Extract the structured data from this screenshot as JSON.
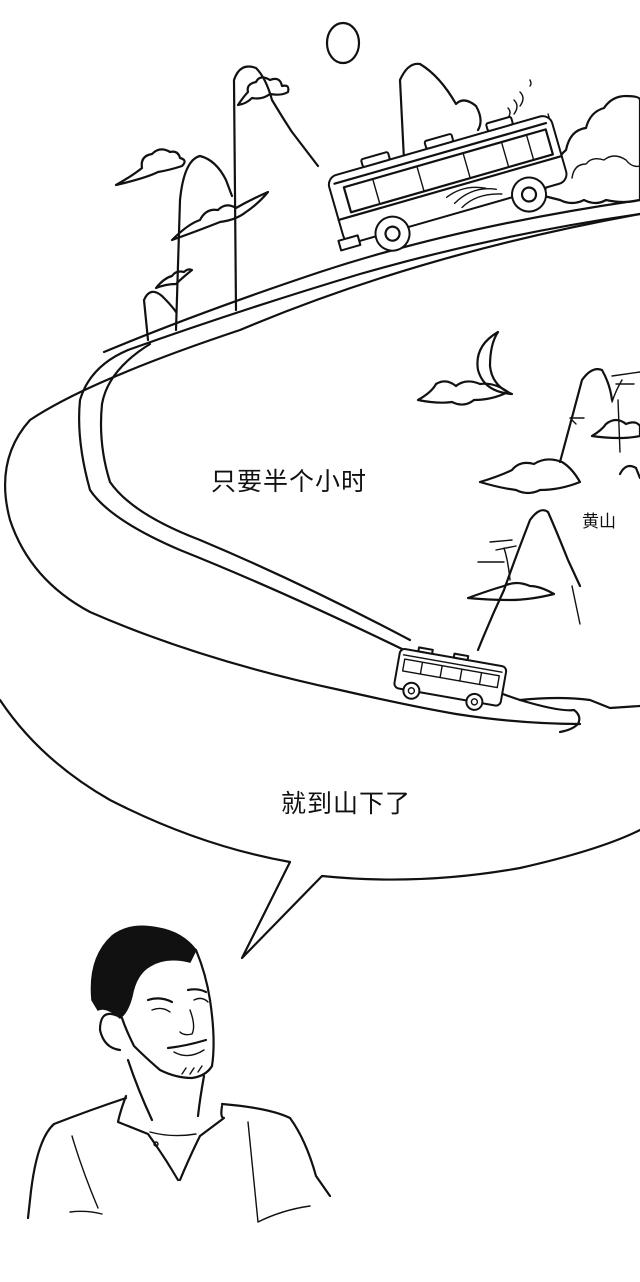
{
  "comic": {
    "panel": "bus-to-huangshan",
    "speech_bubble": {
      "line1": "只要半个小时",
      "line2": "就到山下了"
    },
    "place_label": "黄山",
    "scene": {
      "sky_objects": [
        "sun",
        "crescent-moon"
      ],
      "vehicles": [
        "tour-bus-large",
        "tour-bus-small"
      ],
      "character": "smiling-man"
    },
    "colors": {
      "ink": "#111111",
      "paper": "#ffffff"
    }
  }
}
